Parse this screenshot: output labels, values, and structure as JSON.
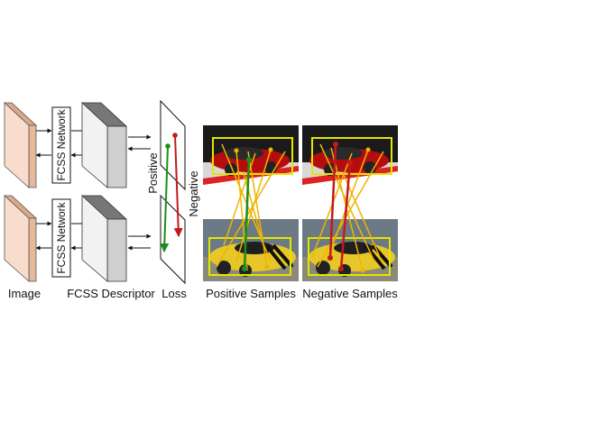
{
  "labels": {
    "image": "Image",
    "fcss_network": "FCSS Network",
    "fcss_descriptor": "FCSS Descriptor",
    "loss": "Loss",
    "positive": "Positive",
    "negative": "Negative",
    "positive_samples": "Positive Samples",
    "negative_samples": "Negative Samples"
  },
  "colors": {
    "image_face": "#f9dccb",
    "image_side": "#f2c8ad",
    "descriptor_face": "#f2f2f2",
    "descriptor_top": "#7a7a7a",
    "descriptor_side": "#cfcfcf",
    "match_line": "#f0b400",
    "box": "#e7e400",
    "positive_line": "#1a8f1a",
    "negative_line": "#c41a1a"
  }
}
